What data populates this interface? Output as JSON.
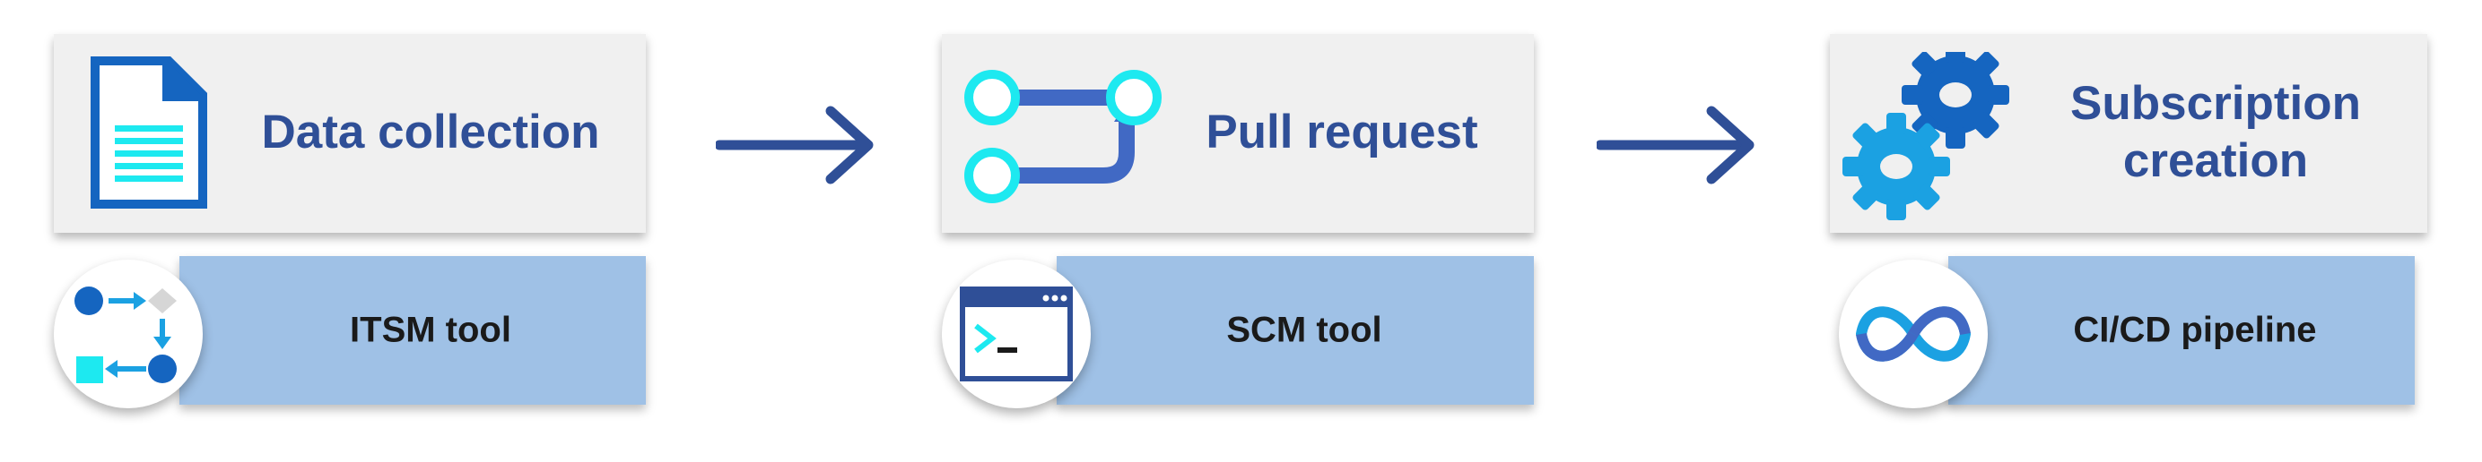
{
  "steps": [
    {
      "title": "Data collection",
      "icon": "document-icon",
      "tool": "ITSM tool",
      "tool_icon": "workflow-icon"
    },
    {
      "title": "Pull request",
      "icon": "pull-request-icon",
      "tool": "SCM tool",
      "tool_icon": "terminal-window-icon"
    },
    {
      "title_line1": "Subscription",
      "title_line2": "creation",
      "icon": "gears-icon",
      "tool": "CI/CD pipeline",
      "tool_icon": "infinity-icon"
    }
  ],
  "colors": {
    "title_text": "#2f4f97",
    "card_bg": "#f0f0f0",
    "tool_band": "#9fc1e6",
    "arrow": "#2f4f97",
    "icon_dark_blue": "#1565c0",
    "icon_cyan": "#1de9f0",
    "icon_light_blue": "#1ba1e2"
  }
}
